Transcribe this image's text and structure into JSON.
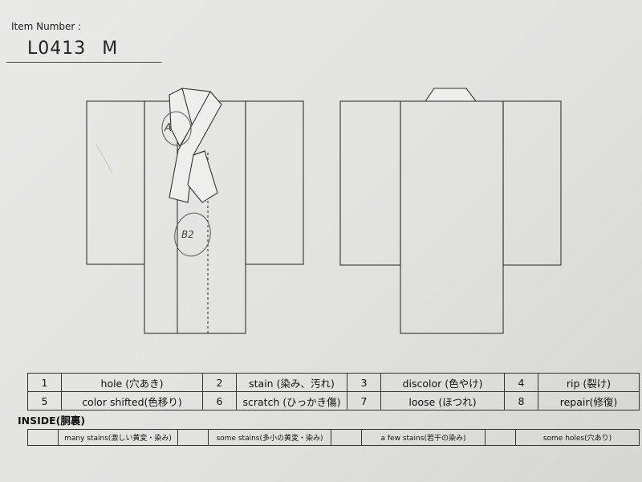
{
  "header": {
    "label": "Item Number :",
    "code": "L0413",
    "size": "M"
  },
  "annotations": {
    "mark_a": "A",
    "mark_b": "B2"
  },
  "legend": [
    [
      {
        "num": "1",
        "text": "hole (穴あき)"
      },
      {
        "num": "2",
        "text": "stain (染み、汚れ)"
      },
      {
        "num": "3",
        "text": "discolor (色やけ)"
      },
      {
        "num": "4",
        "text": "rip (裂け)"
      }
    ],
    [
      {
        "num": "5",
        "text": "color shifted(色移り)"
      },
      {
        "num": "6",
        "text": "scratch (ひっかき傷)"
      },
      {
        "num": "7",
        "text": "loose (ほつれ)"
      },
      {
        "num": "8",
        "text": "repair(修復)"
      }
    ]
  ],
  "inside": {
    "title": "INSIDE(胴裏)",
    "options": [
      "many stains(激しい黄変・染み)",
      "some stains(多小の黄変・染み)",
      "a few stains(若干の染み)",
      "some holes(穴あり)"
    ]
  }
}
